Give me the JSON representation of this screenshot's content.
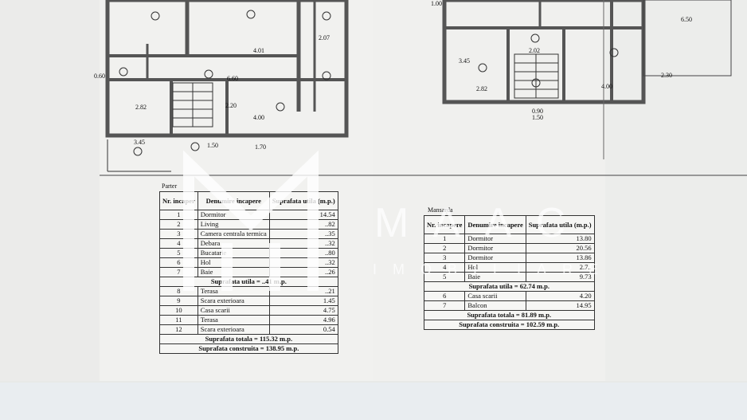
{
  "ground_floor": {
    "caption": "Parter",
    "header": {
      "nr": "Nr. incaper",
      "name": "Denumire incapere",
      "area": "Suprafata utila (m.p.)"
    },
    "rows": [
      {
        "nr": "1",
        "name": "Dormitor",
        "area": "14.54"
      },
      {
        "nr": "2",
        "name": "Living",
        "area": "..82"
      },
      {
        "nr": "3",
        "name": "Camera centrala termica",
        "area": "..35"
      },
      {
        "nr": "4",
        "name": "Debara",
        "area": "..32"
      },
      {
        "nr": "5",
        "name": "Bucatarie",
        "area": "..80"
      },
      {
        "nr": "6",
        "name": "Hol",
        "area": "..32"
      },
      {
        "nr": "7",
        "name": "Baie",
        "area": "..26"
      }
    ],
    "useful_total": "Suprafata utila = ..41 m.p.",
    "extra_rows": [
      {
        "nr": "8",
        "name": "Terasa",
        "area": "..21"
      },
      {
        "nr": "9",
        "name": "Scara exterioara",
        "area": "1.45"
      },
      {
        "nr": "10",
        "name": "Casa scarii",
        "area": "4.75"
      },
      {
        "nr": "11",
        "name": "Terasa",
        "area": "4.96"
      },
      {
        "nr": "12",
        "name": "Scara exterioara",
        "area": "0.54"
      }
    ],
    "total": "Suprafata totala = 115.32 m.p.",
    "built": "Suprafata construita = 138.95 m.p."
  },
  "attic": {
    "caption": "Mansarda",
    "header": {
      "nr": "Nr. incapere",
      "name": "Denumire incapere",
      "area": "Suprafata utila (m.p.)"
    },
    "rows": [
      {
        "nr": "1",
        "name": "Dormitor",
        "area": "13.80"
      },
      {
        "nr": "2",
        "name": "Dormitor",
        "area": "20.56"
      },
      {
        "nr": "3",
        "name": "Dormitor",
        "area": "13.86"
      },
      {
        "nr": "4",
        "name": "Hol",
        "area": "2.7.."
      },
      {
        "nr": "5",
        "name": "Baie",
        "area": "9.73"
      }
    ],
    "useful_total": "Suprafata utila = 62.74 m.p.",
    "extra_rows": [
      {
        "nr": "6",
        "name": "Casa scarii",
        "area": "4.20"
      },
      {
        "nr": "7",
        "name": "Balcon",
        "area": "14.95"
      }
    ],
    "total": "Suprafata totala = 81.89 m.p.",
    "built": "Suprafata construita = 102.59 m.p."
  },
  "plan_labels": {
    "g1": "1.50",
    "g2": "1.70",
    "g3": "6.60",
    "g4": "4.01",
    "g5": "4.00",
    "g6": "3.45",
    "g7": "2.82",
    "g8": "2.07",
    "g9": "2.20",
    "g10": "0.60",
    "a1": "1.00",
    "a2": "3.45",
    "a3": "2.82",
    "a4": "2.02",
    "a5": "4.00",
    "a6": "2.30",
    "a7": "6.50",
    "a8": "0.90",
    "a9": "1.50"
  },
  "watermark": {
    "brand": "MAAC",
    "sub": "IMOBILIARE"
  }
}
